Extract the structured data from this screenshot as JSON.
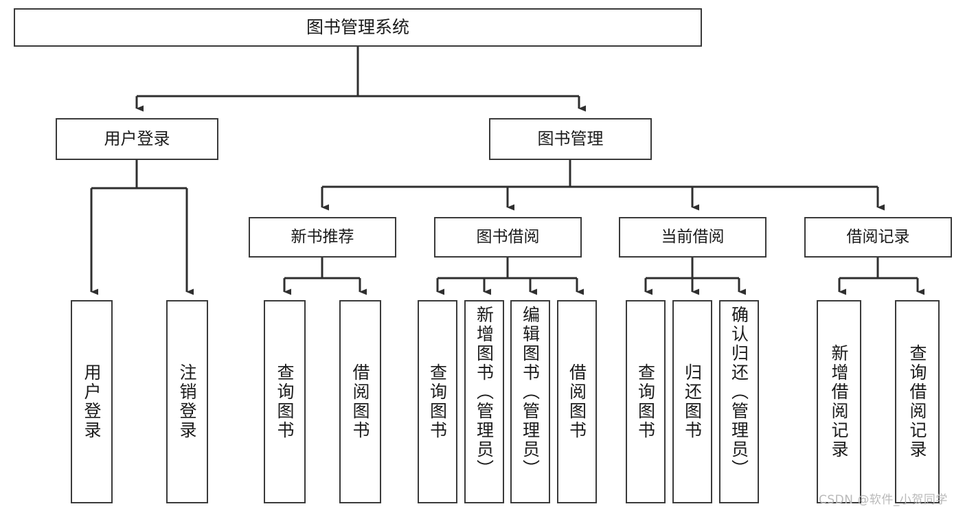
{
  "diagram": {
    "title": "图书管理系统",
    "type": "功能结构图",
    "watermark": "CSDN @软件_小贺同学",
    "colors": {
      "box_border": "#3a3a3a",
      "edge": "#2f2f2f",
      "text": "#1b1b1b",
      "background": "#ffffff",
      "watermark": "#b9b9b9"
    },
    "root": {
      "id": "root",
      "label": "图书管理系统"
    },
    "level2": [
      {
        "id": "user-login",
        "label": "用户登录"
      },
      {
        "id": "book-manage",
        "label": "图书管理"
      }
    ],
    "level3": [
      {
        "id": "new-book-rec",
        "label": "新书推荐",
        "parent": "book-manage"
      },
      {
        "id": "book-borrow",
        "label": "图书借阅",
        "parent": "book-manage"
      },
      {
        "id": "current-borrow",
        "label": "当前借阅",
        "parent": "book-manage"
      },
      {
        "id": "borrow-record",
        "label": "借阅记录",
        "parent": "book-manage"
      }
    ],
    "leaves": [
      {
        "id": "leaf-user-login",
        "label": "用户登录",
        "parent": "user-login"
      },
      {
        "id": "leaf-user-logout",
        "label": "注销登录",
        "parent": "user-login"
      },
      {
        "id": "leaf-query-book-rec",
        "label": "查询图书",
        "parent": "new-book-rec"
      },
      {
        "id": "leaf-borrow-book-rec",
        "label": "借阅图书",
        "parent": "new-book-rec"
      },
      {
        "id": "leaf-query-book-borrow",
        "label": "查询图书",
        "parent": "book-borrow"
      },
      {
        "id": "leaf-add-book",
        "label": "新增图书（管理员）",
        "parent": "book-borrow"
      },
      {
        "id": "leaf-edit-book",
        "label": "编辑图书（管理员）",
        "parent": "book-borrow"
      },
      {
        "id": "leaf-borrow-book",
        "label": "借阅图书",
        "parent": "book-borrow"
      },
      {
        "id": "leaf-query-book-current",
        "label": "查询图书",
        "parent": "current-borrow"
      },
      {
        "id": "leaf-return-book",
        "label": "归还图书",
        "parent": "current-borrow"
      },
      {
        "id": "leaf-confirm-return",
        "label": "确认归还（管理员）",
        "parent": "current-borrow"
      },
      {
        "id": "leaf-add-record",
        "label": "新增借阅记录",
        "parent": "borrow-record"
      },
      {
        "id": "leaf-query-record",
        "label": "查询借阅记录",
        "parent": "borrow-record"
      }
    ]
  }
}
